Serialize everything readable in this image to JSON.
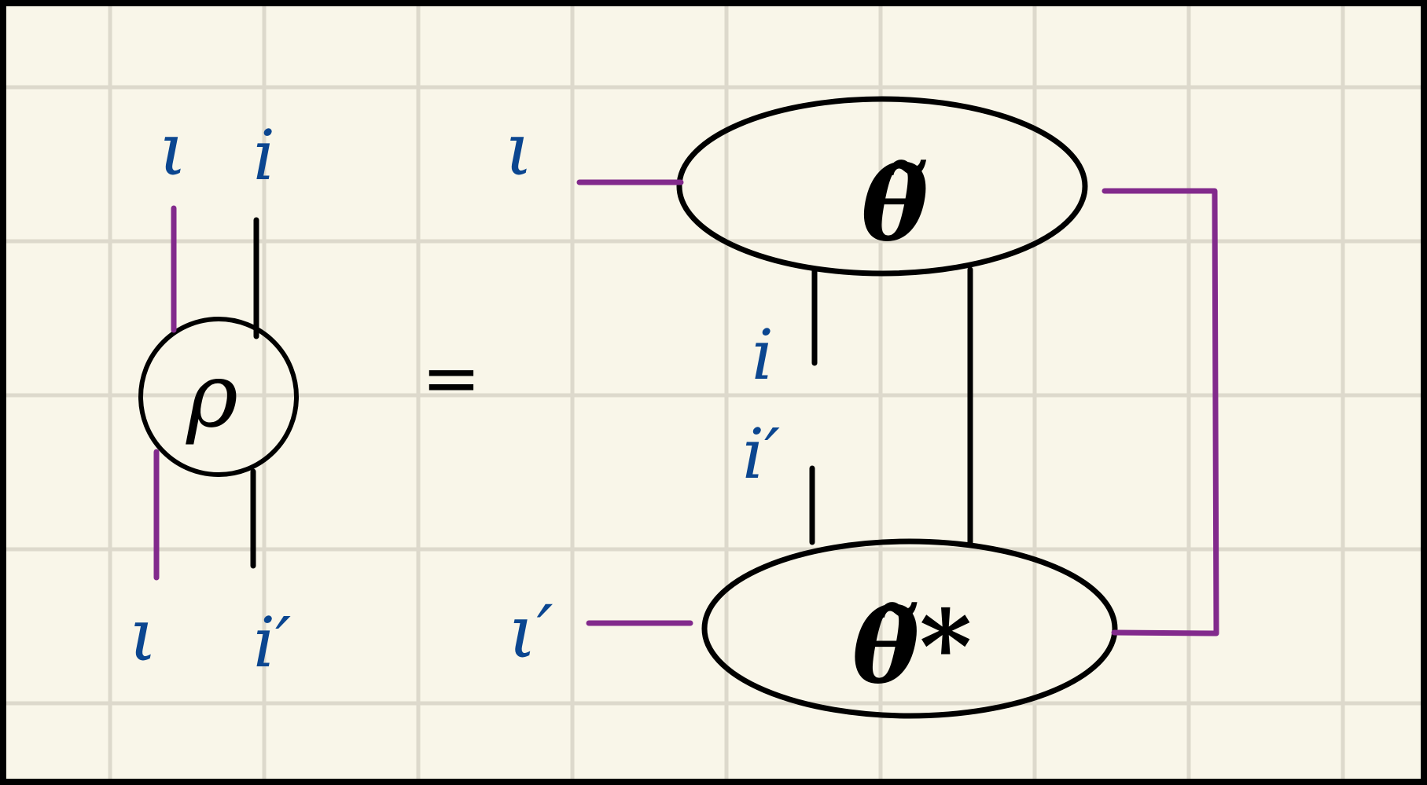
{
  "colors": {
    "paper": "#f9f6e9",
    "grid": "#ddd9cc",
    "ink": "#000000",
    "label_blue": "#0b4690",
    "wire_purple": "#822a8c",
    "frame": "#000000"
  },
  "left_tensor": {
    "symbol": "ρ",
    "top_labels": [
      "ι",
      "i"
    ],
    "bottom_labels": [
      "ι",
      "i′"
    ]
  },
  "equals": "=",
  "right_network": {
    "top_tensor": {
      "symbol": "θ̃",
      "input_label": "ι"
    },
    "bottom_tensor": {
      "symbol": "θ̃*",
      "input_label": "ι′"
    },
    "middle_labels": [
      "i",
      "i′"
    ]
  }
}
